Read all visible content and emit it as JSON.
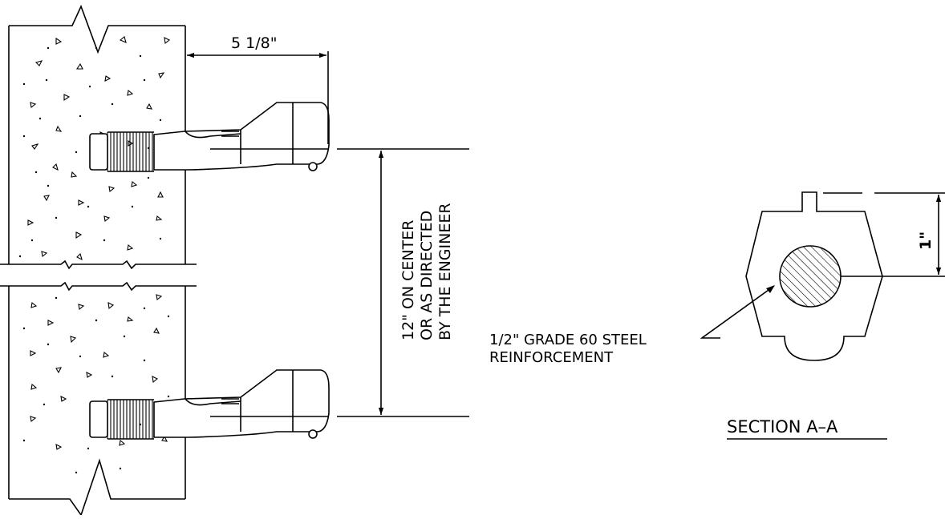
{
  "dimensions": {
    "anchor_projection": "5 1/8\"",
    "spacing_line1": "12\" ON CENTER",
    "spacing_line2": "OR AS DIRECTED",
    "spacing_line3": "BY THE ENGINEER",
    "rebar_cover": "1\""
  },
  "callouts": {
    "rebar_line1": "1/2\" GRADE 60 STEEL",
    "rebar_line2": "REINFORCEMENT"
  },
  "section": {
    "title": "SECTION A–A"
  }
}
